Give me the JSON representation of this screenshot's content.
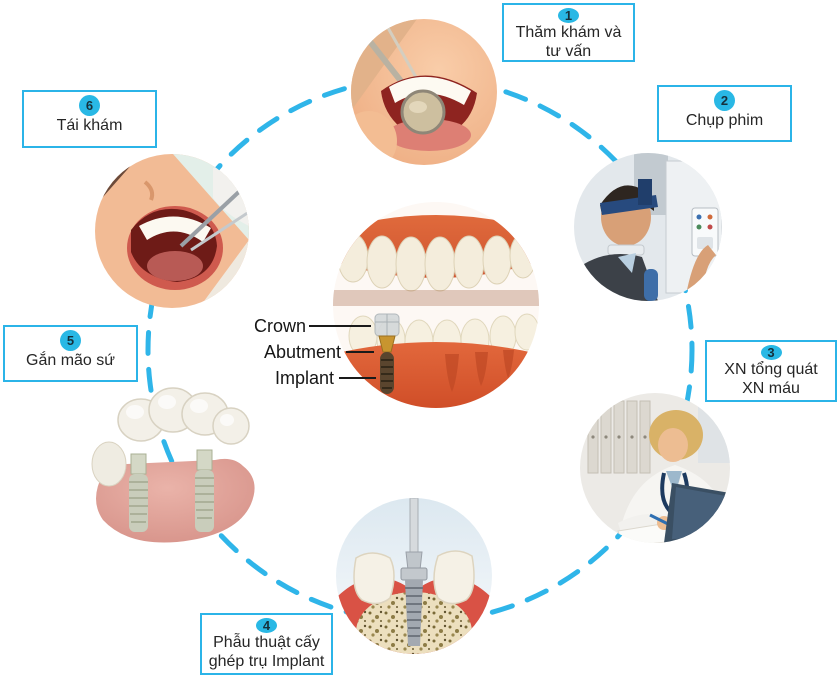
{
  "colors": {
    "accent": "#2bb4e8",
    "badge": "#29b8e5"
  },
  "steps": [
    {
      "number": "1",
      "label": "Thăm khám và\ntư vấn",
      "image": "dental-checkup-photo"
    },
    {
      "number": "2",
      "label": "Chụp phim",
      "image": "panoramic-xray-photo"
    },
    {
      "number": "3",
      "label": "XN tổng quát\nXN máu",
      "image": "doctor-writing-photo"
    },
    {
      "number": "4",
      "label": "Phẫu thuật cấy\nghép trụ Implant",
      "image": "implant-surgery-illustration"
    },
    {
      "number": "5",
      "label": "Gắn mão sứ",
      "image": "crown-bridge-illustration"
    },
    {
      "number": "6",
      "label": "Tái khám",
      "image": "followup-exam-photo"
    }
  ],
  "center_diagram": {
    "labels": [
      {
        "text": "Crown"
      },
      {
        "text": "Abutment"
      },
      {
        "text": "Implant"
      }
    ]
  }
}
